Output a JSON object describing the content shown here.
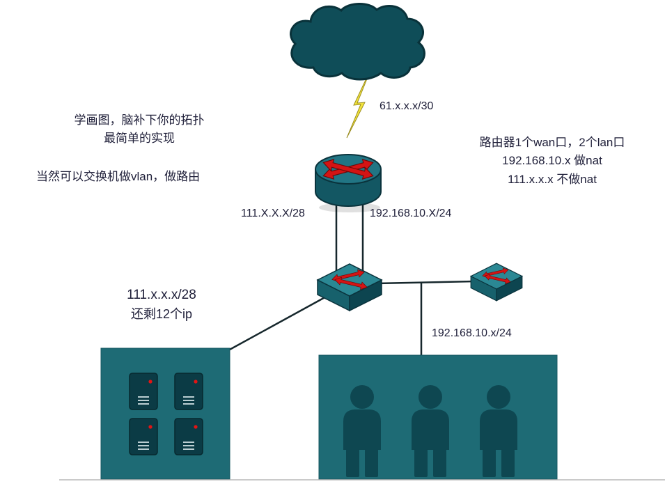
{
  "diagram": {
    "notes_left": {
      "line1": "学画图，脑补下你的拓扑",
      "line2": "最简单的实现",
      "line3": "当然可以交换机做vlan，做路由"
    },
    "notes_right": {
      "line1": "路由器1个wan口，2个lan口",
      "line2": "192.168.10.x 做nat",
      "line3": "111.x.x.x 不做nat"
    },
    "labels": {
      "internet_link": "61.x.x.x/30",
      "router_lan1": "111.X.X.X/28",
      "router_lan2": "192.168.10.X/24",
      "servers_subnet": "111.x.x.x/28",
      "servers_remaining": "还剩12个ip",
      "users_subnet": "192.168.10.x/24"
    },
    "icons": {
      "internet": "cloud-icon",
      "uplink": "lightning-bolt-icon",
      "router": "router-icon",
      "switch_main": "switch-icon",
      "switch_secondary": "switch-icon",
      "servers": "server-icon",
      "users": "person-icon"
    },
    "colors": {
      "teal_box": "#1e6b75",
      "teal_dark": "#0e4751",
      "teal_deep": "#0f4d58",
      "switch_top": "#2b8894",
      "arrow_red": "#d41414",
      "bolt_yellow": "#f2e33c",
      "line": "#16272c",
      "text": "#20203a"
    }
  }
}
